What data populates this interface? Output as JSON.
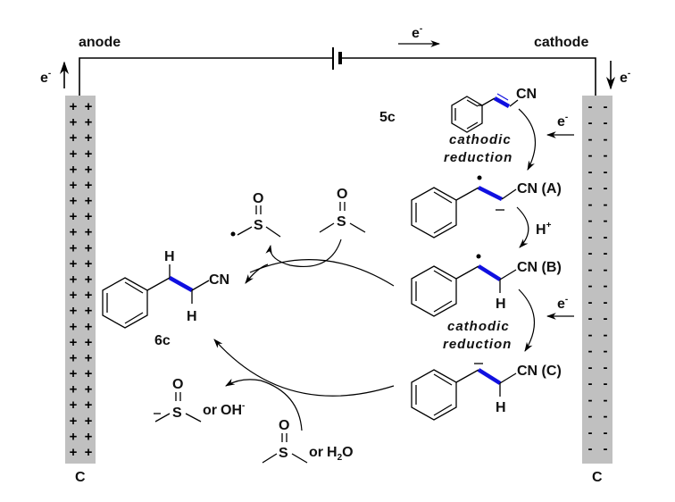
{
  "circuit": {
    "anode_label": "anode",
    "cathode_label": "cathode",
    "electron": "e",
    "electron_charge": "-",
    "anode_material": "C",
    "cathode_material": "C",
    "anode_sign": "+",
    "cathode_sign": "-",
    "anode_sign_rows": 23,
    "cathode_sign_rows": 22
  },
  "colors": {
    "electrode_fill": "#c0c0c0",
    "highlight_bond": "#1010e0",
    "ink": "#000000"
  },
  "cathodic_cycle": {
    "reactant_label": "5c",
    "nitrile": "CN",
    "step1_electron": "e",
    "step1_text_line1": "cathodic",
    "step1_text_line2": "reduction",
    "intermediate_a": "CN (A)",
    "proton": "H",
    "proton_charge": "+",
    "intermediate_b": "CN (B)",
    "step2_electron": "e",
    "step2_text_line1": "cathodic",
    "step2_text_line2": "reduction",
    "intermediate_c": "CN (C)",
    "hydrogen": "H"
  },
  "product": {
    "label": "6c",
    "nitrile": "CN",
    "hydrogen_top": "H",
    "hydrogen_bottom": "H"
  },
  "dmso_species": {
    "oxygen": "O",
    "sulfur": "S",
    "or_text": "or",
    "hydroxide": "OH",
    "hydroxide_charge": "-",
    "water_h": "H",
    "water_sub": "2",
    "water_o": "O"
  }
}
